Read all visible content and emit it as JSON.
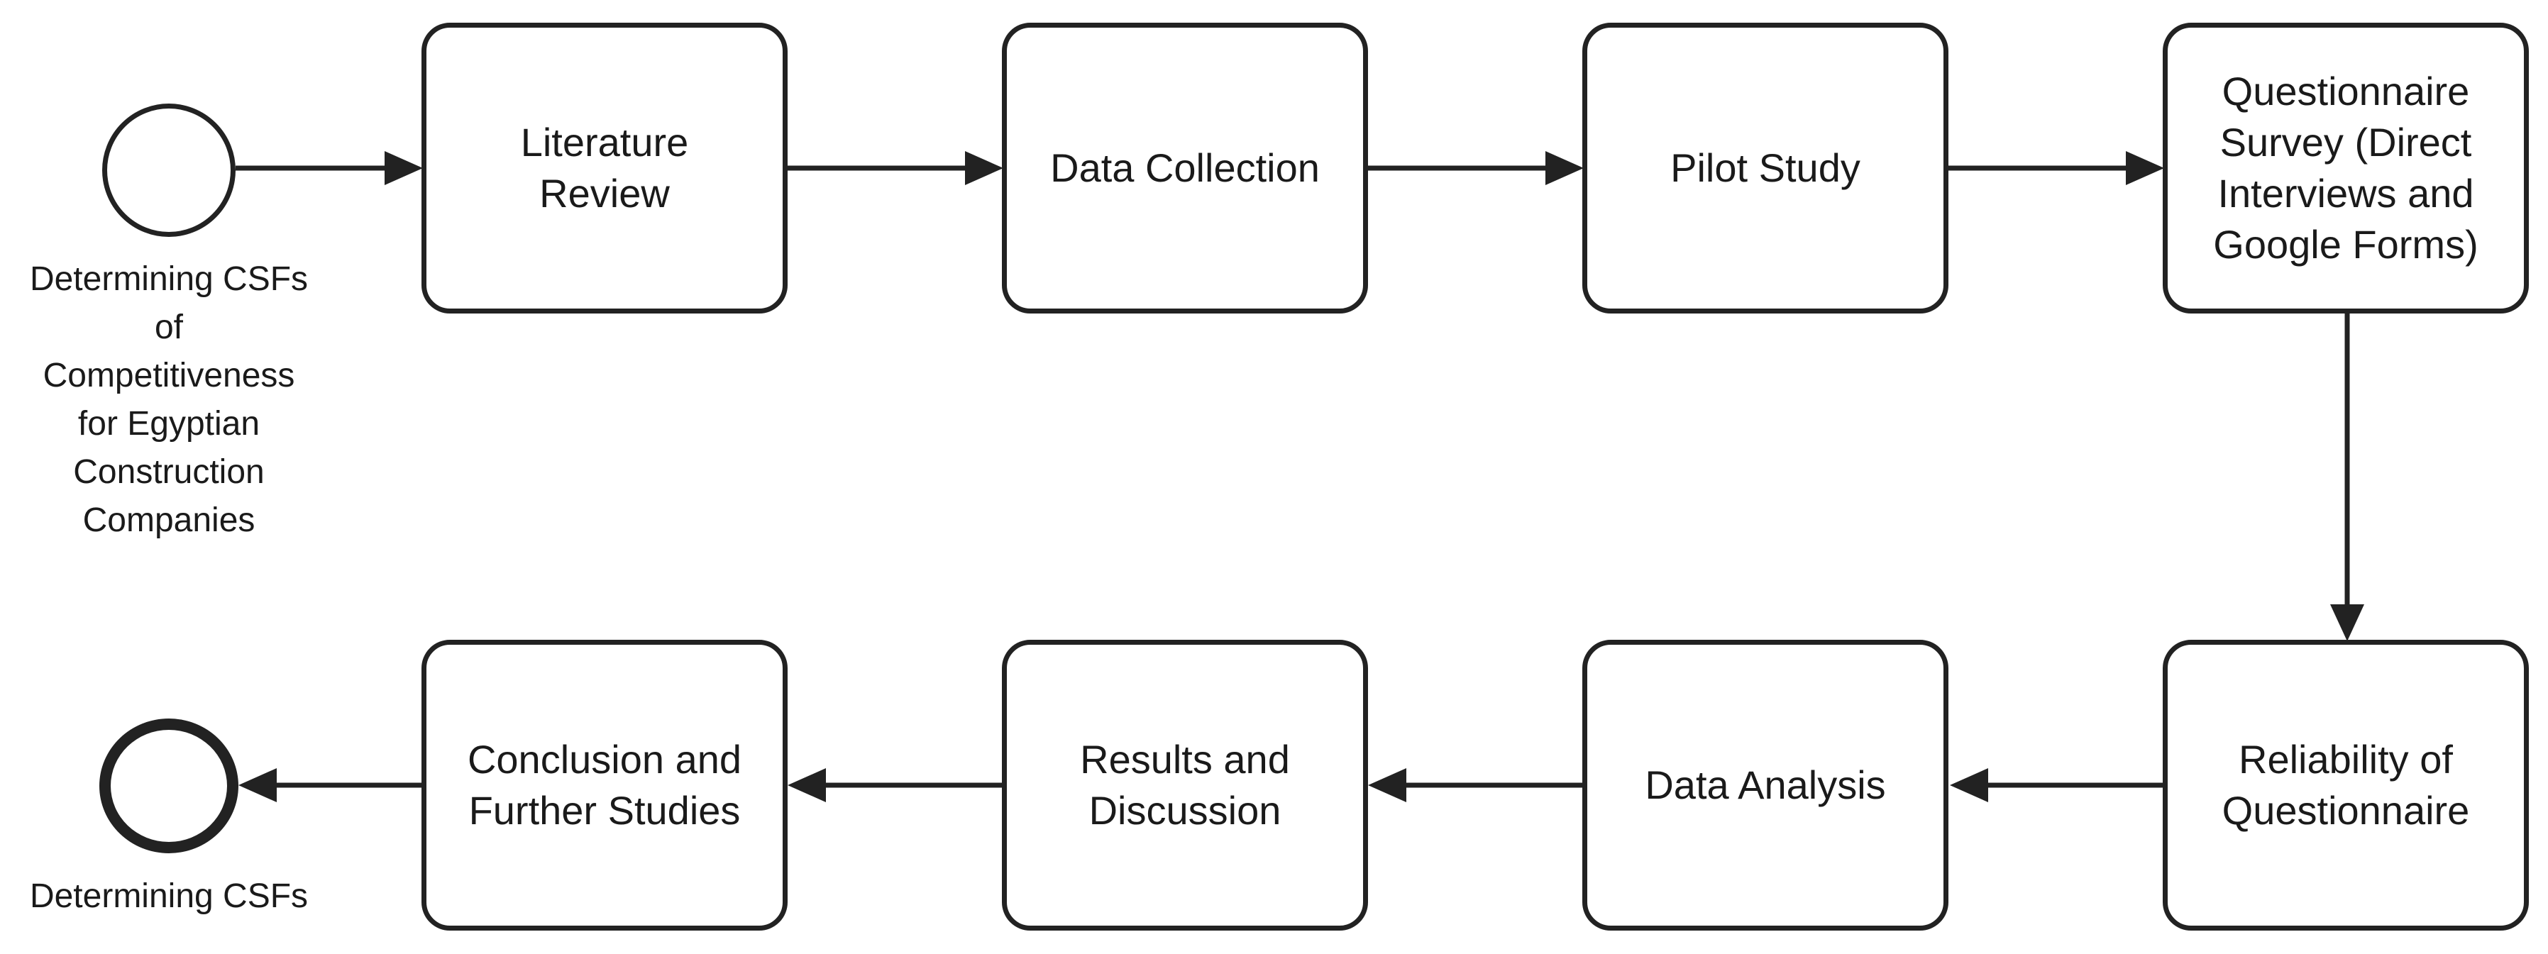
{
  "diagram": {
    "type": "process-flow",
    "colors": {
      "stroke": "#222222",
      "text": "#1a1a1a",
      "background": "#ffffff"
    },
    "start_event": {
      "label": "Determining CSFs\nof\nCompetitiveness\nfor Egyptian\nConstruction\nCompanies"
    },
    "end_event": {
      "label": "Determining CSFs"
    },
    "steps": [
      {
        "id": "literature-review",
        "label": "Literature\nReview"
      },
      {
        "id": "data-collection",
        "label": "Data Collection"
      },
      {
        "id": "pilot-study",
        "label": "Pilot Study"
      },
      {
        "id": "questionnaire-survey",
        "label": "Questionnaire\nSurvey (Direct\nInterviews and\nGoogle Forms)"
      },
      {
        "id": "reliability",
        "label": "Reliability of\nQuestionnaire"
      },
      {
        "id": "data-analysis",
        "label": "Data Analysis"
      },
      {
        "id": "results-discussion",
        "label": "Results and\nDiscussion"
      },
      {
        "id": "conclusion",
        "label": "Conclusion and\nFurther Studies"
      }
    ],
    "connections": [
      [
        "start",
        "literature-review"
      ],
      [
        "literature-review",
        "data-collection"
      ],
      [
        "data-collection",
        "pilot-study"
      ],
      [
        "pilot-study",
        "questionnaire-survey"
      ],
      [
        "questionnaire-survey",
        "reliability"
      ],
      [
        "reliability",
        "data-analysis"
      ],
      [
        "data-analysis",
        "results-discussion"
      ],
      [
        "results-discussion",
        "conclusion"
      ],
      [
        "conclusion",
        "end"
      ]
    ]
  }
}
